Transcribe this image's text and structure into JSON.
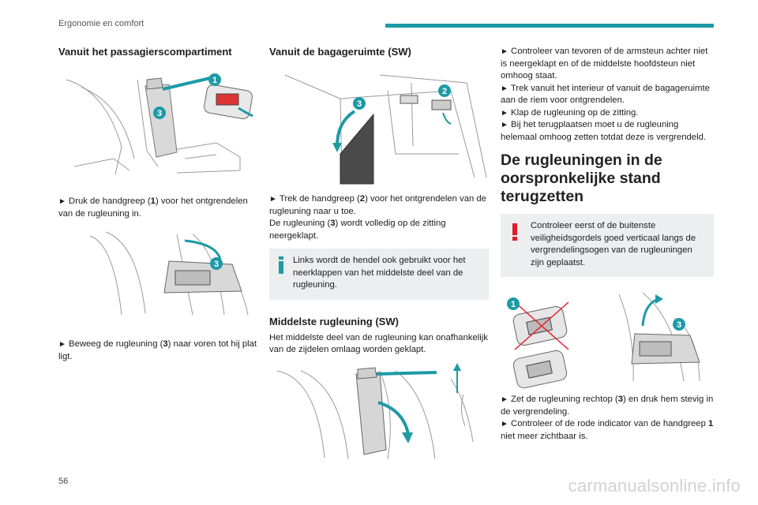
{
  "header": {
    "section": "Ergonomie en comfort"
  },
  "page_number": "56",
  "watermark": "carmanualsonline.info",
  "colors": {
    "accent": "#1d9aa5",
    "warning": "#e31d2a",
    "info": "#1d9aa5",
    "note_bg": "#eceeef"
  },
  "col1": {
    "heading": "Vanuit het passagierscompartiment",
    "fig1_badges": [
      "1",
      "3"
    ],
    "step1": {
      "bullet": "►",
      "before": " Druk de handgreep (",
      "num": "1",
      "after": ") voor het ontgrendelen van de rugleuning in."
    },
    "fig2_badges": [
      "3"
    ],
    "step2": {
      "bullet": "►",
      "before": " Beweeg de rugleuning (",
      "num": "3",
      "after": ") naar voren tot hij plat ligt."
    }
  },
  "col2": {
    "heading": "Vanuit de bagageruimte (SW)",
    "fig3_badges": [
      "3",
      "2"
    ],
    "step1": {
      "bullet": "►",
      "before": " Trek de handgreep (",
      "num": "2",
      "after": ") voor het ontgrendelen van de rugleuning naar u toe."
    },
    "line2": {
      "before": "De rugleuning (",
      "num": "3",
      "after": ") wordt volledig op de zitting neergeklapt."
    },
    "note": "Links wordt de hendel ook gebruikt voor het neerklappen van het middelste deel van de rugleuning.",
    "subheading": "Middelste rugleuning (SW)",
    "para": "Het middelste deel van de rugleuning kan onafhankelijk van de zijdelen omlaag worden geklapt."
  },
  "col3": {
    "bullets": [
      " Controleer van tevoren of de armsteun achter niet is neergeklapt en of de middelste hoofdsteun niet omhoog staat.",
      " Trek vanuit het interieur of vanuit de bagageruimte aan de riem voor ontgrendelen.",
      " Klap de rugleuning op de zitting.",
      " Bij het terugplaatsen moet u de rugleuning helemaal omhoog zetten totdat deze is vergrendeld."
    ],
    "bullet_char": "►",
    "heading": "De rugleuningen in de oorspronkelijke stand terugzetten",
    "warning": "Controleer eerst of de buitenste veiligheidsgordels goed verticaal langs de vergrendelingsogen van de rugleuningen zijn geplaatst.",
    "fig5_badges": [
      "1",
      "3"
    ],
    "step1": {
      "bullet": "►",
      "before": " Zet de rugleuning rechtop (",
      "num": "3",
      "after": ") en druk hem stevig in de vergrendeling."
    },
    "step2": {
      "bullet": "►",
      "before": " Controleer of de rode indicator van de handgreep ",
      "num": "1",
      "after": " niet meer zichtbaar is."
    }
  }
}
